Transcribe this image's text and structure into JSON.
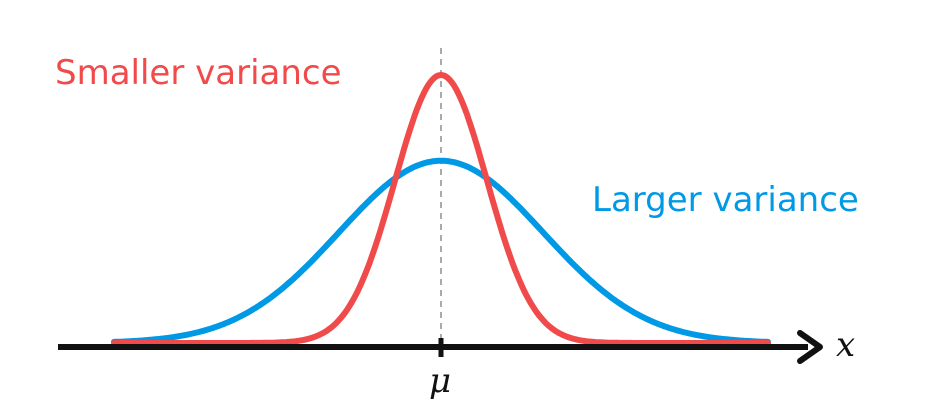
{
  "labels": {
    "smaller_variance": "Smaller variance",
    "larger_variance": "Larger variance",
    "x_axis": "x",
    "mean": "μ"
  },
  "colors": {
    "smaller_variance": "#f04a4a",
    "larger_variance": "#0099e6",
    "axis": "#111111",
    "mean_line": "#aaaaaa"
  },
  "chart_data": {
    "type": "line",
    "x_range": [
      -4,
      4
    ],
    "series": [
      {
        "name": "Smaller variance",
        "mean": 0,
        "relative_sd": 0.45,
        "peak_relative": 1.0
      },
      {
        "name": "Larger variance",
        "mean": 0,
        "relative_sd": 1.0,
        "peak_relative": 0.68
      }
    ],
    "mean_line": "dashed",
    "grid": false
  }
}
